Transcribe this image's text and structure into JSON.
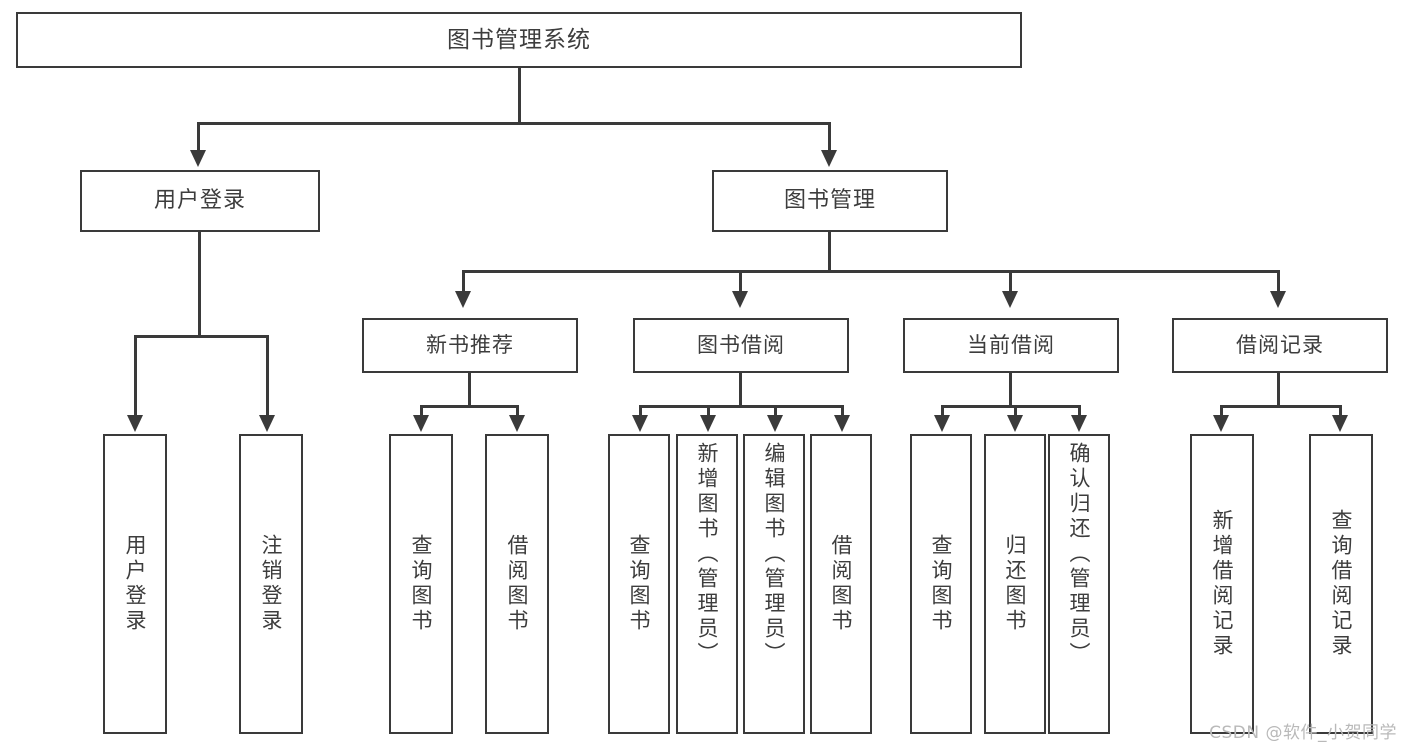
{
  "diagram": {
    "title": "图书管理系统",
    "type": "tree-structure-chart",
    "watermark": "CSDN @软件_小贺同学",
    "colors": {
      "background": "#ffffff",
      "stroke": "#3a3a3a",
      "text": "#3d3d3d",
      "watermark": "#b9b9b9"
    },
    "nodes": {
      "root": {
        "label": "图书管理系统"
      },
      "level1": [
        {
          "label": "用户登录"
        },
        {
          "label": "图书管理"
        }
      ],
      "level2": [
        {
          "label": "新书推荐"
        },
        {
          "label": "图书借阅"
        },
        {
          "label": "当前借阅"
        },
        {
          "label": "借阅记录"
        }
      ],
      "leaves": {
        "user_login": [
          {
            "label": "用户登录"
          },
          {
            "label": "注销登录"
          }
        ],
        "new_book_recommend": [
          {
            "label": "查询图书"
          },
          {
            "label": "借阅图书"
          }
        ],
        "book_borrow": [
          {
            "label": "查询图书"
          },
          {
            "label": "新增图书（管理员）"
          },
          {
            "label": "编辑图书（管理员）"
          },
          {
            "label": "借阅图书"
          }
        ],
        "current_borrow": [
          {
            "label": "查询图书"
          },
          {
            "label": "归还图书"
          },
          {
            "label": "确认归还（管理员）"
          }
        ],
        "borrow_record": [
          {
            "label": "新增借阅记录"
          },
          {
            "label": "查询借阅记录"
          }
        ]
      }
    }
  }
}
